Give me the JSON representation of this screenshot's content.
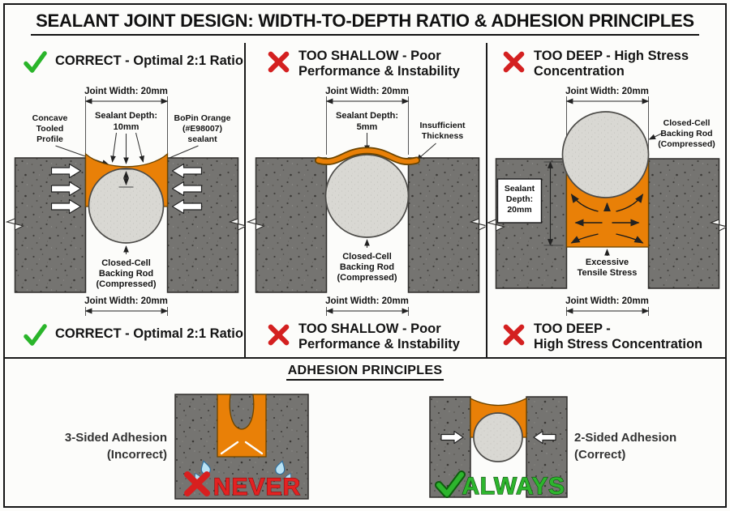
{
  "title": "SEALANT JOINT DESIGN: WIDTH-TO-DEPTH RATIO & ADHESION PRINCIPLES",
  "section2_title": "ADHESION PRINCIPLES",
  "panel1": {
    "header": "CORRECT - Optimal 2:1 Ratio",
    "footer": "CORRECT - Optimal 2:1 Ratio",
    "joint_width_top": "Joint Width: 20mm",
    "joint_width_bottom": "Joint Width: 20mm",
    "concave_label": [
      "Concave",
      "Tooled",
      "Profile"
    ],
    "depth_label": [
      "Sealant Depth:",
      "10mm"
    ],
    "sealant_label": [
      "BoPin Orange",
      "(#E98007)",
      "sealant"
    ],
    "rod_label": [
      "Closed-Cell",
      "Backing Rod",
      "(Compressed)"
    ]
  },
  "panel2": {
    "header": [
      "TOO SHALLOW - Poor",
      "Performance & Instability"
    ],
    "footer": [
      "TOO SHALLOW - Poor",
      "Performance & Instability"
    ],
    "joint_width_top": "Joint Width: 20mm",
    "joint_width_bottom": "Joint Width: 20mm",
    "depth_label": [
      "Sealant Depth:",
      "5mm"
    ],
    "insufficient_label": [
      "Insufficient",
      "Thickness"
    ],
    "rod_label": [
      "Closed-Cell",
      "Backing Rod",
      "(Compressed)"
    ]
  },
  "panel3": {
    "header": [
      "TOO DEEP - High Stress",
      "Concentration"
    ],
    "footer": [
      "TOO DEEP -",
      "High Stress Concentration"
    ],
    "joint_width_top": "Joint Width: 20mm",
    "joint_width_bottom": "Joint Width: 20mm",
    "rod_label": [
      "Closed-Cell",
      "Backing Rod",
      "(Compressed)"
    ],
    "depth_label": [
      "Sealant",
      "Depth:",
      "20mm"
    ],
    "stress_label": [
      "Excessive",
      "Tensile Stress"
    ]
  },
  "adhesion": {
    "left_label": [
      "3-Sided Adhesion",
      "(Incorrect)"
    ],
    "left_verdict": "NEVER",
    "right_label": [
      "2-Sided Adhesion",
      "(Correct)"
    ],
    "right_verdict": "ALWAYS"
  },
  "icons": {
    "correct": "check-icon",
    "incorrect": "x-icon"
  },
  "colors": {
    "sealant_orange": "#E98007",
    "correct_green": "#2ab52a",
    "error_red": "#d42020",
    "concrete_gray": "#6f6e6b",
    "backing_rod_gray": "#d9d8d3",
    "droplet_blue": "#b9e3f5"
  }
}
